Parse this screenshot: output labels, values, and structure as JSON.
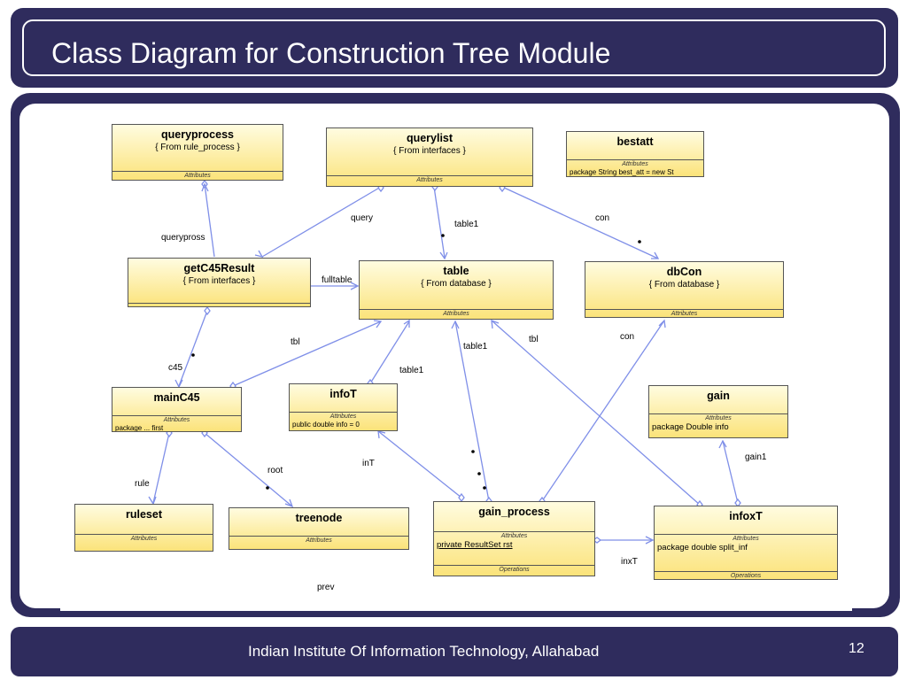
{
  "slide": {
    "title": "Class Diagram for Construction Tree Module",
    "footer": "Indian Institute Of Information Technology, Allahabad",
    "page_number": "12"
  },
  "colors": {
    "frame": "#2f2c5d",
    "class_fill_top": "#fffce0",
    "class_fill_bottom": "#fbe37a",
    "edge": "#7f8fe8"
  },
  "classes": {
    "queryprocess": {
      "name": "queryprocess",
      "origin": "{ From rule_process }",
      "attr_title": "Attributes"
    },
    "querylist": {
      "name": "querylist",
      "origin": "{ From interfaces }",
      "attr_title": "Attributes"
    },
    "bestatt": {
      "name": "bestatt",
      "attr_title": "Attributes",
      "attr_line": "package String best_att = new St"
    },
    "getC45Result": {
      "name": "getC45Result",
      "origin": "{ From interfaces }"
    },
    "table": {
      "name": "table",
      "origin": "{ From database }",
      "attr_title": "Attributes"
    },
    "dbCon": {
      "name": "dbCon",
      "origin": "{ From database }",
      "attr_title": "Attributes"
    },
    "mainC45": {
      "name": "mainC45",
      "attr_title": "Attributes",
      "attr_line": "package ... first"
    },
    "infoT": {
      "name": "infoT",
      "attr_title": "Attributes",
      "attr_line": "public double info = 0"
    },
    "gain": {
      "name": "gain",
      "attr_title": "Attributes",
      "attr_line": "package Double info"
    },
    "ruleset": {
      "name": "ruleset",
      "attr_title": "Attributes"
    },
    "treenode": {
      "name": "treenode",
      "attr_title": "Attributes"
    },
    "gain_process": {
      "name": "gain_process",
      "attr_title": "Attributes",
      "attr_line": "private ResultSet rst",
      "ops_title": "Operations"
    },
    "infoxT": {
      "name": "infoxT",
      "attr_title": "Attributes",
      "attr_line": "package double split_inf",
      "ops_title": "Operations"
    }
  },
  "edge_labels": {
    "querypross": "querypross",
    "query": "query",
    "table1_a": "table1",
    "con_a": "con",
    "fulltable": "fulltable",
    "tbl_a": "tbl",
    "c45": "c45",
    "table1_b": "table1",
    "table1_c": "table1",
    "tbl_b": "tbl",
    "con_b": "con",
    "rule": "rule",
    "root": "root",
    "inT": "inT",
    "gain1": "gain1",
    "inxT": "inxT",
    "prev": "prev"
  }
}
